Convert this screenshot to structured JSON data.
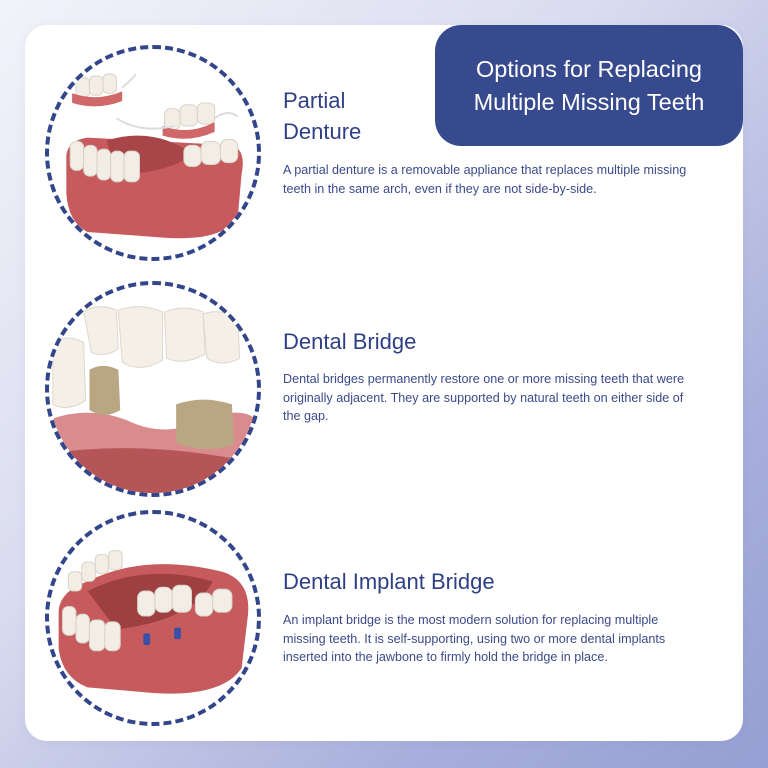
{
  "title": {
    "line1": "Options for Replacing",
    "line2": "Multiple Missing Teeth"
  },
  "colors": {
    "primary": "#374a8e",
    "heading": "#2f3f85",
    "body_text": "#3b4a8a",
    "circle_border": "#34468b",
    "gum": "#c4575a",
    "tooth": "#f1ede4"
  },
  "sections": [
    {
      "heading_line1": "Partial",
      "heading_line2": "Denture",
      "description": "A partial denture is a removable appliance that replaces multiple missing teeth in the same arch, even if they are not side-by-side.",
      "image_icon": "partial-denture-illustration"
    },
    {
      "heading": "Dental Bridge",
      "description": "Dental bridges permanently restore one or more missing teeth that were originally adjacent. They are supported by natural teeth on either side of the gap.",
      "image_icon": "dental-bridge-illustration"
    },
    {
      "heading": "Dental Implant Bridge",
      "description": "An implant bridge is the most modern solution for replacing multiple missing teeth. It is self-supporting, using two or more dental implants inserted into the jawbone to firmly hold the bridge in place.",
      "image_icon": "implant-bridge-illustration"
    }
  ]
}
